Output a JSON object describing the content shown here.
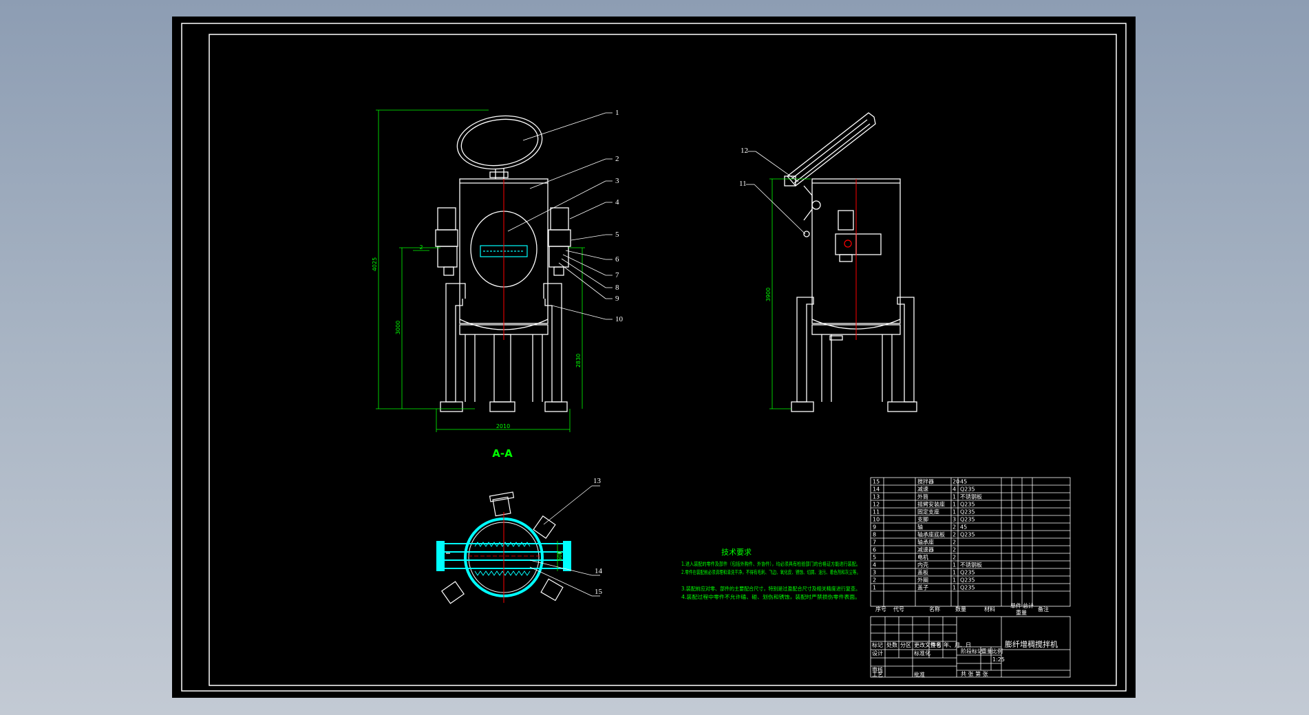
{
  "view_caption": "A-A",
  "balloons": [
    "1",
    "2",
    "3",
    "4",
    "5",
    "6",
    "7",
    "8",
    "9",
    "10",
    "11",
    "12",
    "13",
    "14",
    "15"
  ],
  "dimensions": {
    "overall_height": "4025",
    "lower_height": "3000",
    "leg_height": "2830",
    "overall_width": "2010",
    "side_height": "3900",
    "small": "2",
    "bottom_width": "600"
  },
  "tech_notes": {
    "title": "技术要求",
    "lines": [
      "1.进入装配的零件及部件（包括外购件、外协件），均必须具有检验部门的合格证方能进行装配。",
      "2.零件在装配前必须清理和清洗干净，不得有毛刺、飞边、氧化皮、锈蚀、切屑、油污、着色剂和灰尘等。",
      "3.装配前应对零、部件的主要配合尺寸，特别是过盈配合尺寸及相关精度进行复查。",
      "4.装配过程中零件不允许磕、碰、划伤和锈蚀，装配时严禁损伤零件表面。"
    ]
  },
  "bom": [
    {
      "no": "15",
      "name": "搅拌器",
      "qty": "20",
      "mat": "45"
    },
    {
      "no": "14",
      "name": "减速",
      "qty": "4",
      "mat": "Q235"
    },
    {
      "no": "13",
      "name": "外筒",
      "qty": "1",
      "mat": "不锈钢板"
    },
    {
      "no": "12",
      "name": "摇臂安装座",
      "qty": "1",
      "mat": "Q235"
    },
    {
      "no": "11",
      "name": "固定支座",
      "qty": "1",
      "mat": "Q235"
    },
    {
      "no": "10",
      "name": "支脚",
      "qty": "3",
      "mat": "Q235"
    },
    {
      "no": "9",
      "name": "轴",
      "qty": "2",
      "mat": "45"
    },
    {
      "no": "8",
      "name": "轴承座底板",
      "qty": "2",
      "mat": "Q235"
    },
    {
      "no": "7",
      "name": "轴承座",
      "qty": "2",
      "mat": ""
    },
    {
      "no": "6",
      "name": "减速器",
      "qty": "2",
      "mat": ""
    },
    {
      "no": "5",
      "name": "电机",
      "qty": "2",
      "mat": ""
    },
    {
      "no": "4",
      "name": "内壳",
      "qty": "1",
      "mat": "不锈钢板"
    },
    {
      "no": "3",
      "name": "盖板",
      "qty": "1",
      "mat": "Q235"
    },
    {
      "no": "2",
      "name": "外圈",
      "qty": "1",
      "mat": "Q235"
    },
    {
      "no": "1",
      "name": "盖子",
      "qty": "1",
      "mat": "Q235"
    }
  ],
  "bom_headers": {
    "no": "序号",
    "code": "代号",
    "name": "名称",
    "qty": "数量",
    "mat": "材料",
    "single": "单件",
    "total": "总计",
    "weight": "重量",
    "remark": "备注"
  },
  "title_block": {
    "title": "膨纤增稠搅拌机",
    "scale": "1:25",
    "stage_mark": "阶段标记",
    "weight": "重量",
    "scale_label": "比例",
    "sheet": "共 张 第 张",
    "rows": [
      "标记",
      "处数",
      "分区",
      "更改文件号",
      "签名",
      "年、月、日"
    ],
    "design": "设计",
    "standard": "标准化",
    "review": "审核",
    "process": "工艺",
    "approve": "批准"
  },
  "colors": {
    "background": "#000000",
    "line": "#ffffff",
    "dimension": "#00ff00",
    "center": "#ff0000",
    "cyan": "#00ffff",
    "frame": "#ffffff"
  }
}
